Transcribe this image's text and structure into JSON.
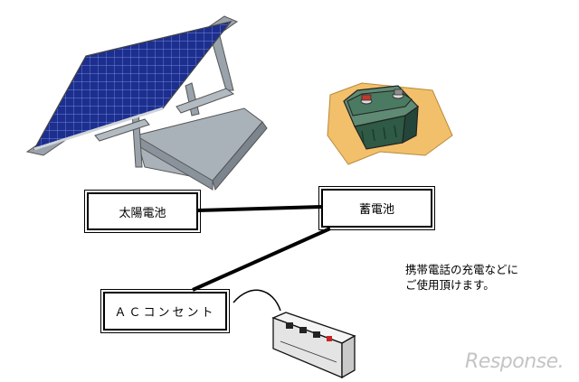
{
  "nodes": {
    "solar": "太陽電池",
    "battery": "蓄電池",
    "outlet": "ＡＣコンセント"
  },
  "note": {
    "line1": "携帯電話の充電などに",
    "line2": "ご使用頂けます。"
  },
  "logo": "Response.",
  "colors": {
    "panel_blue": "#1c2f8f",
    "panel_frame": "#9aa3ab",
    "battery_green": "#3e6b55",
    "mat": "#f2c06b",
    "plug_red": "#cc2222"
  },
  "icons": [
    "solar-panel-icon",
    "car-battery-icon",
    "power-strip-icon"
  ]
}
